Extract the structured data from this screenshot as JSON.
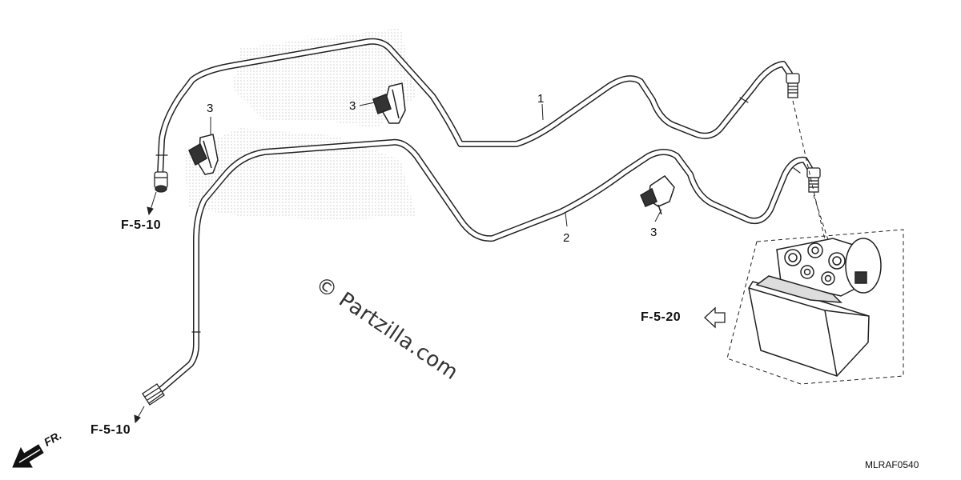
{
  "labels": {
    "ref_top_left": "F-5-10",
    "ref_bottom_left": "F-5-10",
    "ref_right": "F-5-20",
    "part_1": "1",
    "part_2": "2",
    "part_3_a": "3",
    "part_3_b": "3",
    "part_3_c": "3",
    "front_arrow": "FR.",
    "diagram_code": "MLRAF0540"
  },
  "watermark": "© Partzilla.com",
  "colors": {
    "line": "#222222",
    "watermark": "#333333"
  }
}
